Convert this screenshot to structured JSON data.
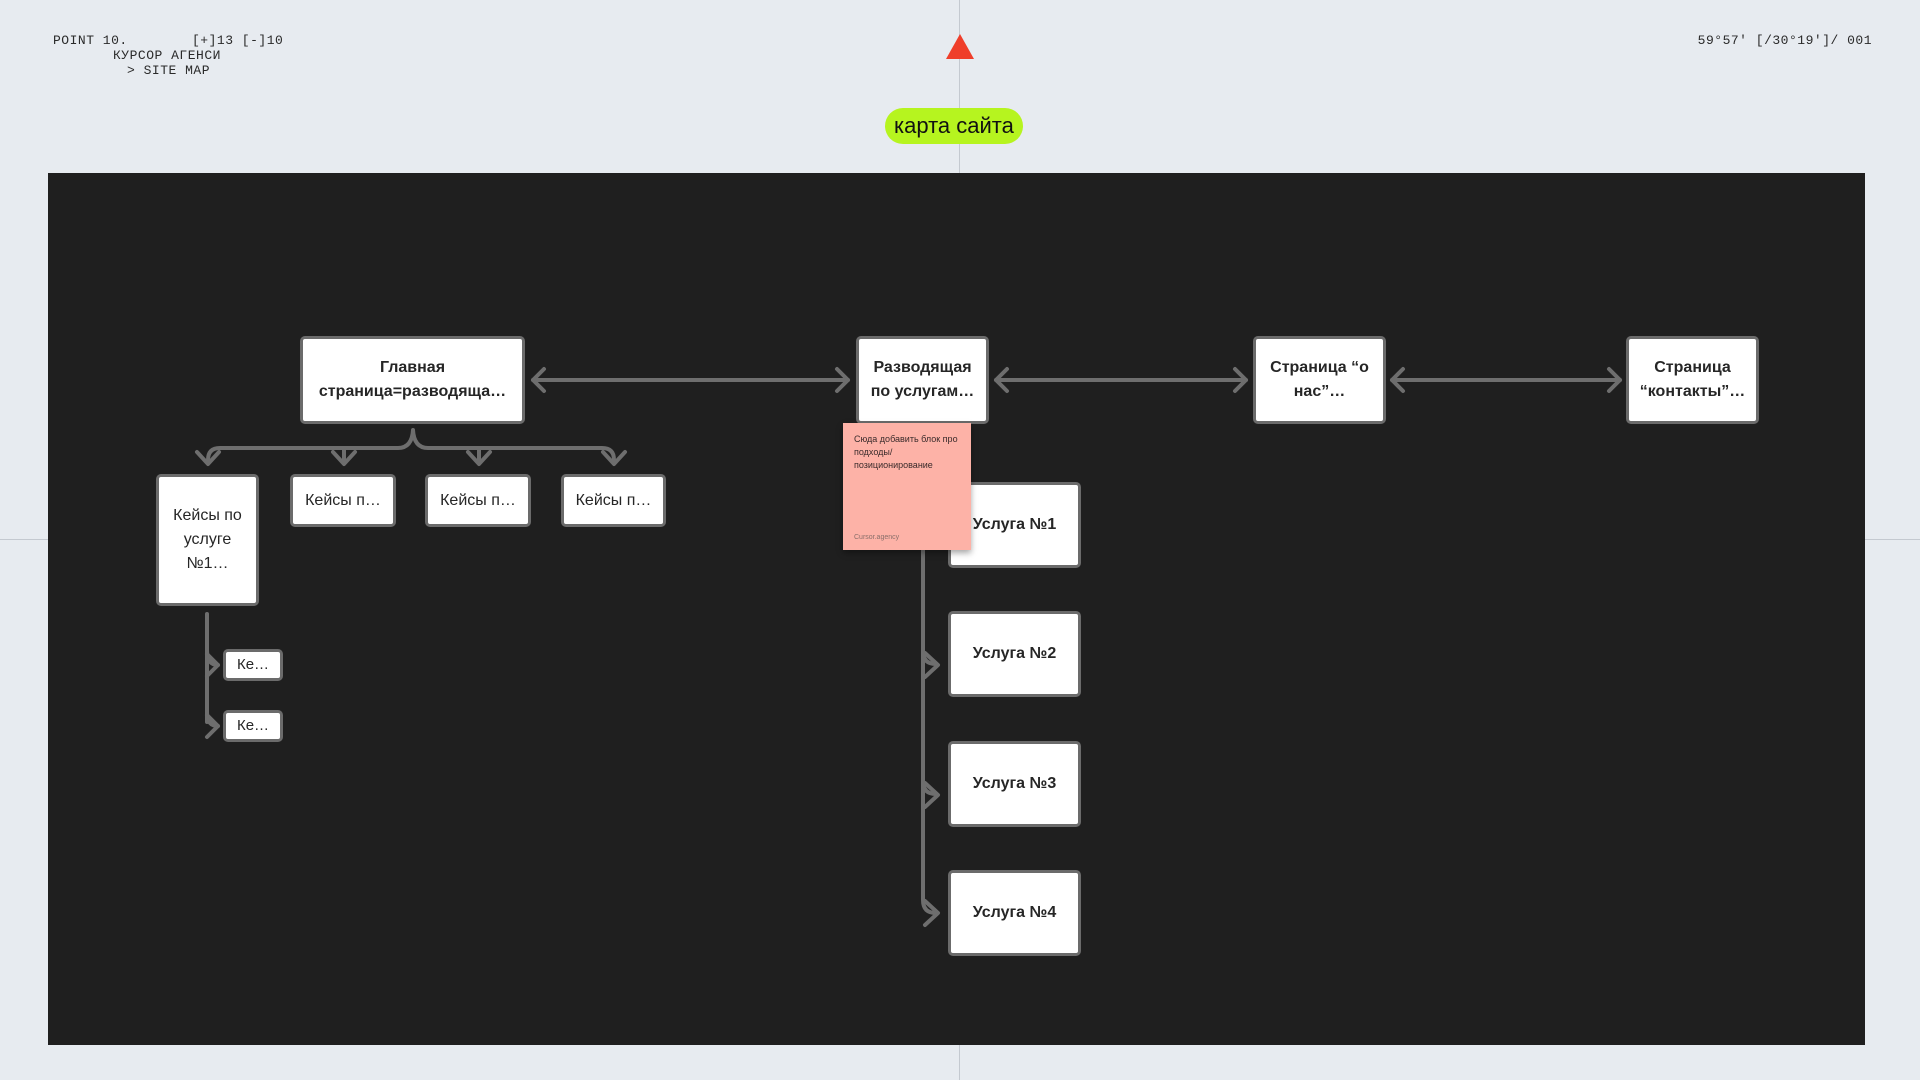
{
  "header": {
    "point_label": "POINT 10.",
    "counter": "[+]13 [-]10",
    "agency": "КУРСОР АГЕНСИ",
    "section": "> SITE MAP",
    "coords": "59°57′ [/30°19′]/ 001",
    "title": "карта сайта"
  },
  "colors": {
    "background": "#e7ebf0",
    "board": "#1f1f1f",
    "accent": "#b6f41f",
    "marker": "#ef3e2a",
    "sticky": "#fdb2a7",
    "connector": "#6e6e6e"
  },
  "diagram": {
    "nodes": {
      "main_page": "Главная страница=разводяща…",
      "services_hub": "Разводящая по услугам…",
      "about_page": "Страница “о нас”…",
      "contacts_page": "Страница “контакты”…",
      "cases_service_1": "Кейсы по услуге №1…",
      "cases_2": "Кейсы п…",
      "cases_3": "Кейсы п…",
      "cases_4": "Кейсы п…",
      "case_sub_1": "Ке…",
      "case_sub_2": "Ке…",
      "service_1": "Услуга №1",
      "service_2": "Услуга №2",
      "service_3": "Услуга №3",
      "service_4": "Услуга №4"
    },
    "sticky_note": {
      "text": "Сюда добавить блок про подходы/ позиционирование",
      "signature": "Cursor.agency"
    }
  }
}
